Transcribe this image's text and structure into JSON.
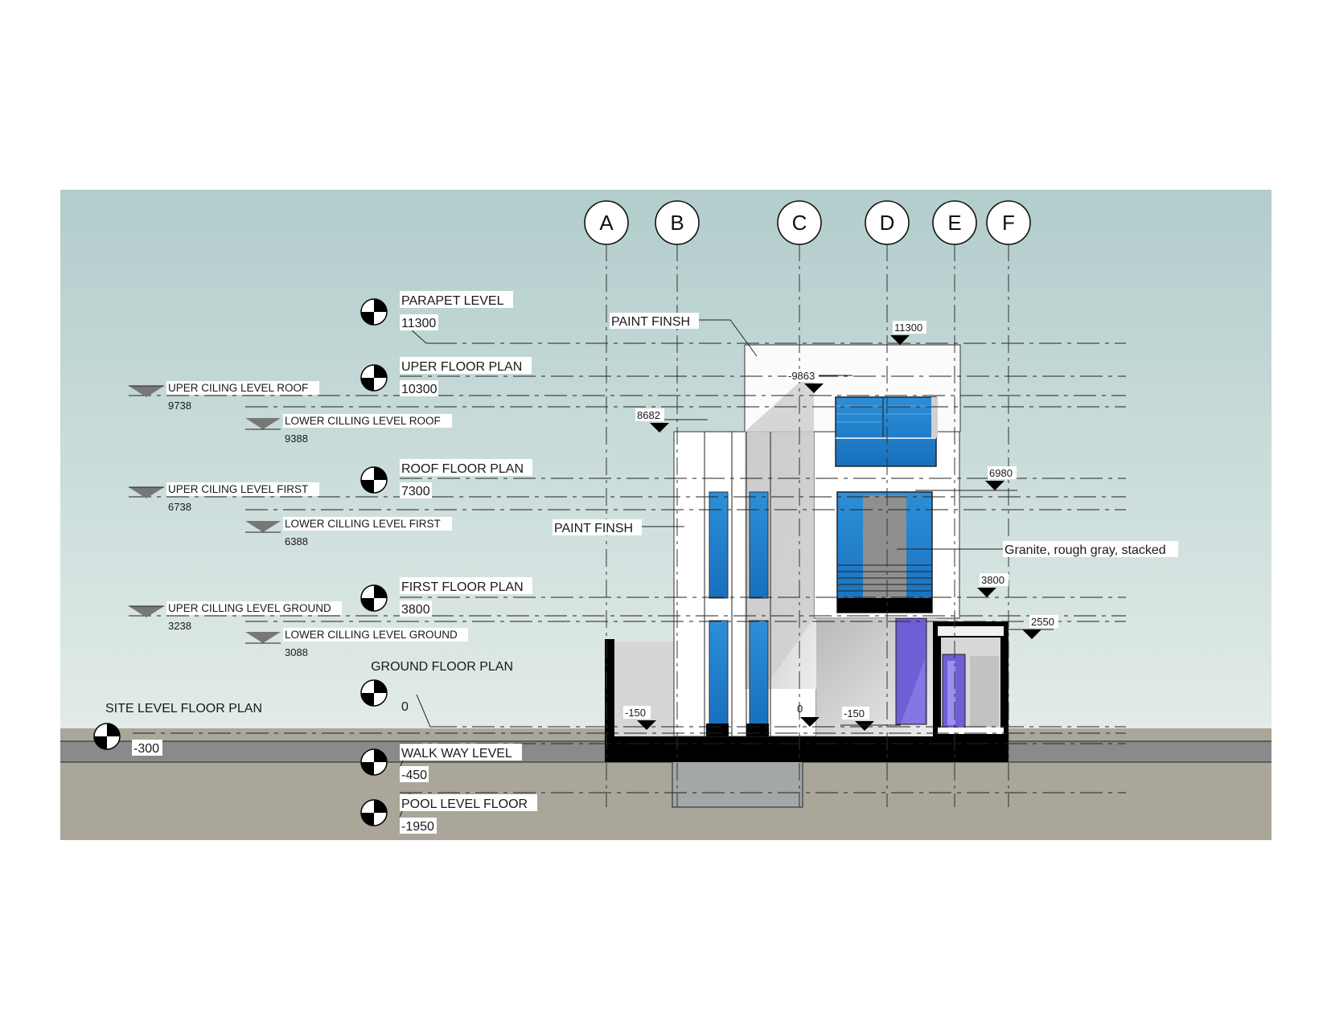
{
  "grid_lines": [
    "A",
    "B",
    "C",
    "D",
    "E",
    "F"
  ],
  "levels": [
    {
      "name": "PARAPET LEVEL",
      "value": "11300"
    },
    {
      "name": "UPER FLOOR PLAN",
      "value": "10300"
    },
    {
      "name": "ROOF FLOOR PLAN",
      "value": "7300"
    },
    {
      "name": "FIRST FLOOR PLAN",
      "value": "3800"
    },
    {
      "name": "GROUND FLOOR PLAN",
      "value": "0"
    },
    {
      "name": "WALK WAY LEVEL",
      "value": "-450"
    },
    {
      "name": "POOL LEVEL FLOOR",
      "value": "-1950"
    }
  ],
  "site_level": {
    "name": "SITE LEVEL FLOOR PLAN",
    "value": "-300"
  },
  "ceiling_levels": [
    {
      "name": "UPER CILING LEVEL ROOF",
      "value": "9738"
    },
    {
      "name": "LOWER CILLING LEVEL ROOF",
      "value": "9388"
    },
    {
      "name": "UPER CILING LEVEL FIRST",
      "value": "6738"
    },
    {
      "name": "LOWER CILLING LEVEL FIRST",
      "value": "6388"
    },
    {
      "name": "UPER CILLING LEVEL GROUND",
      "value": "3238"
    },
    {
      "name": "LOWER CILLING LEVEL GROUND",
      "value": "3088"
    }
  ],
  "spot_elevations": [
    "11300",
    "-9863",
    "8682",
    "6980",
    "3800",
    "2550",
    "-150",
    "0",
    "-150"
  ],
  "annotations": {
    "paint_top": "PAINT FINSH",
    "paint_side": "PAINT FINSH",
    "granite": "Granite, rough gray, stacked"
  },
  "colors": {
    "sky_top": "#b4cecd",
    "sky_bottom": "#dfe9e6",
    "ground": "#aba69a",
    "walkway": "#8a8a8a",
    "glass": "#1f7fcc",
    "purple_glass": "#6f5fd4",
    "wall": "#ffffff",
    "structure": "#000000"
  }
}
